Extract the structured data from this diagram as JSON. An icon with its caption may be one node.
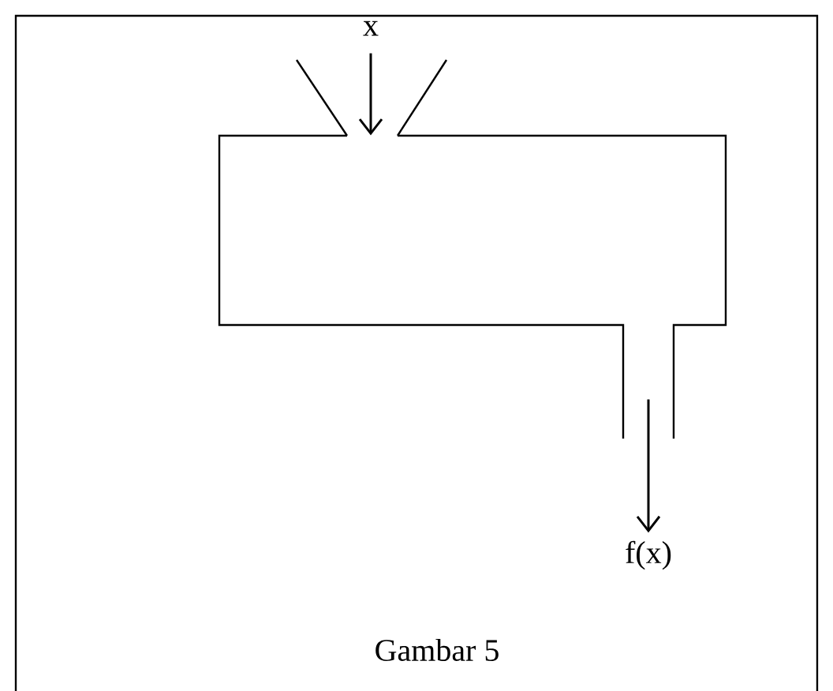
{
  "diagram": {
    "caption": "Gambar 5",
    "nodes": [
      {
        "text": [
          "x"
        ]
      },
      {
        "text": [],
        "shape": "box"
      },
      {
        "text": [
          "f(x)"
        ]
      }
    ],
    "edges": [
      {
        "from": 0,
        "to": 1,
        "arrow": "to"
      },
      {
        "from": 1,
        "to": 2,
        "arrow": "to"
      }
    ]
  }
}
